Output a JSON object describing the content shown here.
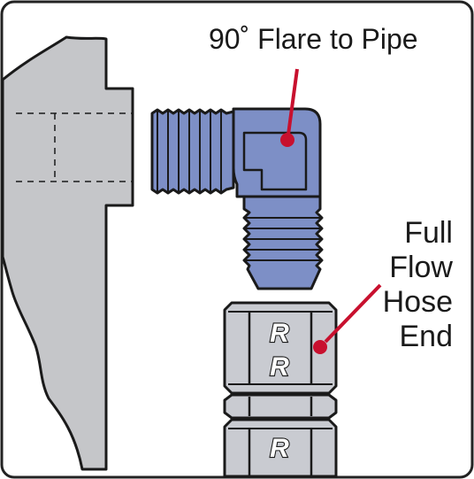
{
  "labels": {
    "flare_to_pipe": "90˚ Flare to Pipe",
    "hose_end_lines": [
      "Full",
      "Flow",
      "Hose",
      "End"
    ]
  },
  "logo": {
    "glyph": "R"
  },
  "colors": {
    "fitting_blue": "#7d8fc6",
    "hose_end_gray": "#c9cbd1",
    "block_gray": "#c5c6c9",
    "leader_red": "#c8102e",
    "outline": "#1a1a1a",
    "frame": "#222222"
  }
}
